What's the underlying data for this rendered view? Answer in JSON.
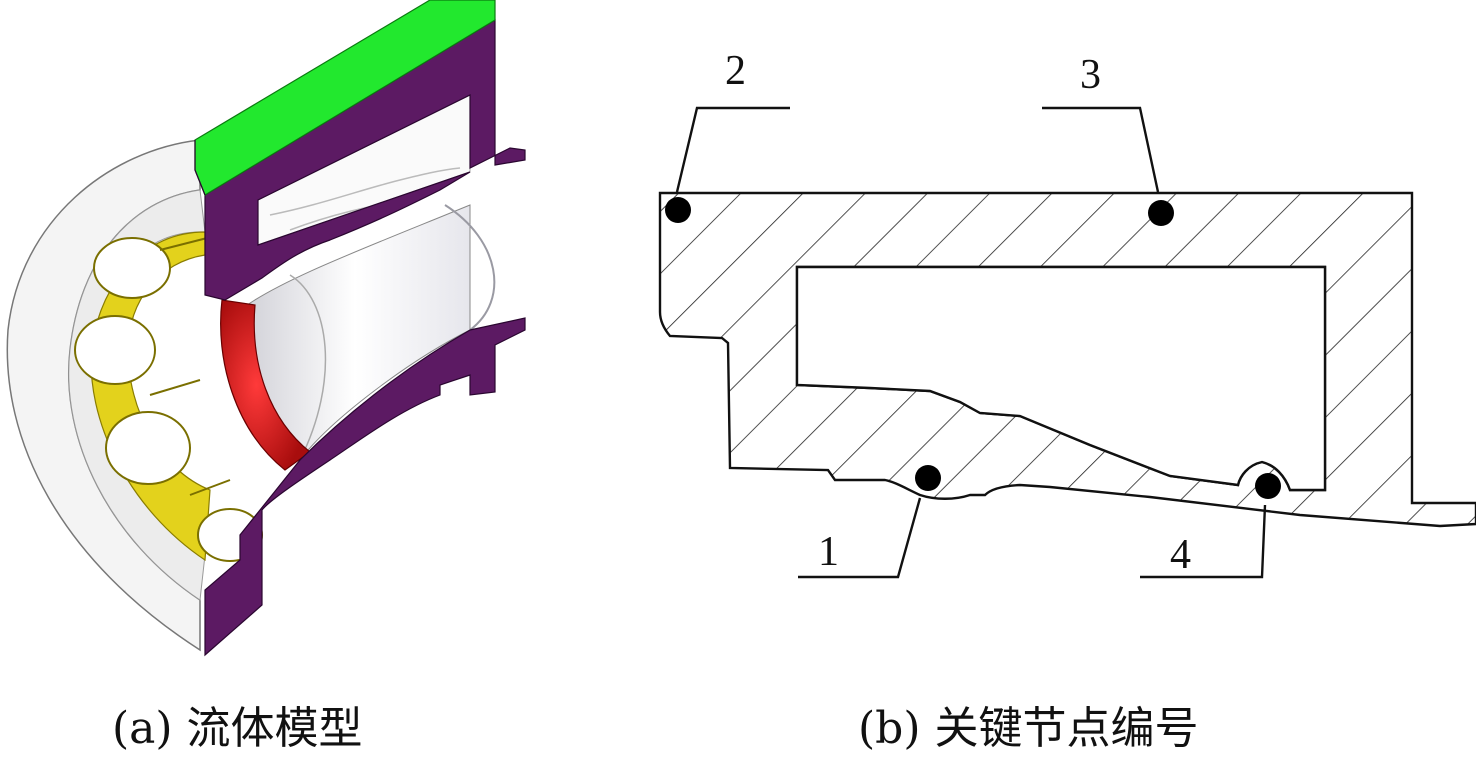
{
  "captions": {
    "a": "(a) 流体模型",
    "b": "(b) 关键节点编号"
  },
  "nodes": [
    {
      "label": "1"
    },
    {
      "label": "2"
    },
    {
      "label": "3"
    },
    {
      "label": "4"
    }
  ],
  "colors": {
    "body": "#5c1a63",
    "top_face": "#22e82e",
    "seal_ring": "#d11616",
    "cage": "#e3d21c",
    "housing": "#f4f4f4",
    "line": "#111111",
    "hatch": "#222222"
  }
}
